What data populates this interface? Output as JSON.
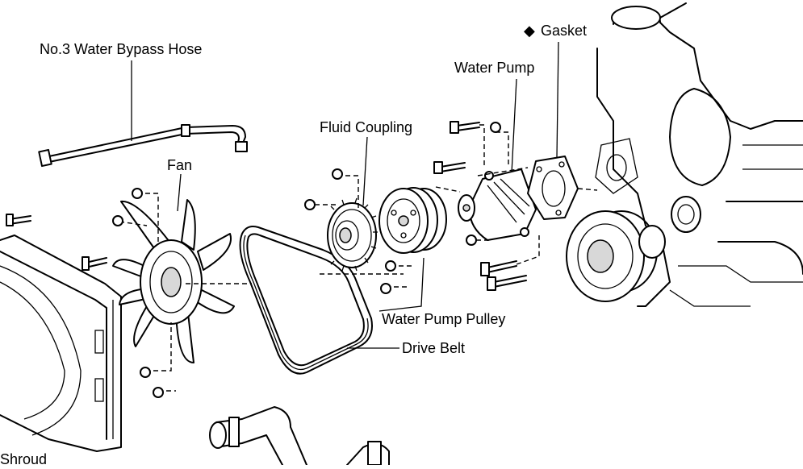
{
  "labels": {
    "bypass_hose": "No.3 Water Bypass Hose",
    "fan": "Fan",
    "fluid_coupling": "Fluid Coupling",
    "water_pump": "Water Pump",
    "gasket_marker": "◆",
    "gasket": "Gasket",
    "water_pump_pulley": "Water Pump Pulley",
    "drive_belt": "Drive Belt",
    "shroud": "Shroud"
  }
}
